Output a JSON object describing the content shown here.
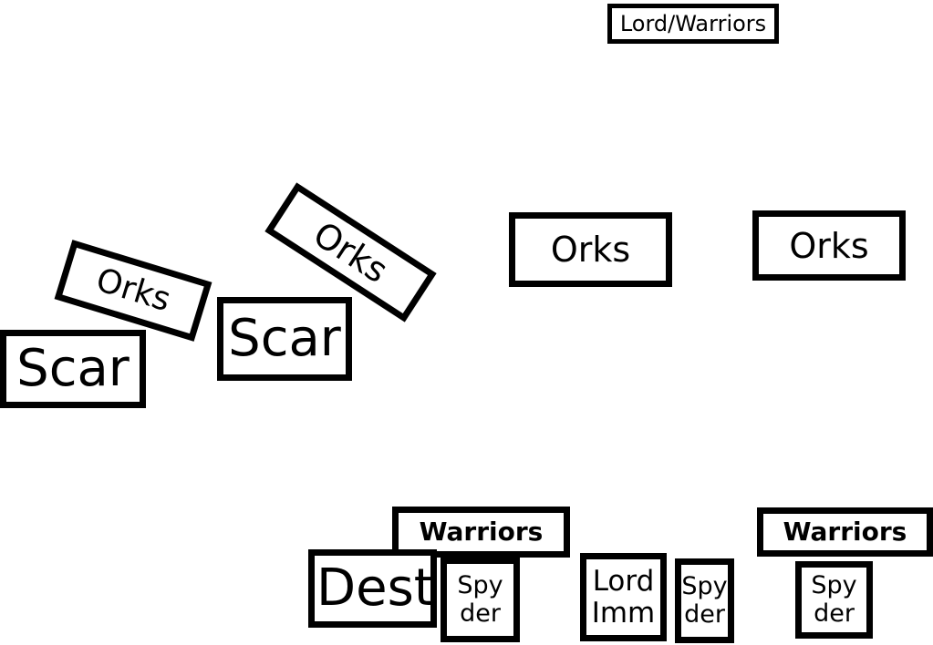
{
  "diagram": {
    "labels": {
      "lord_warriors": "Lord/Warriors",
      "orks_tilted_left": "Orks",
      "orks_tilted_mid": "Orks",
      "orks_center": "Orks",
      "orks_right": "Orks",
      "scar_left": "Scar",
      "scar_mid": "Scar",
      "warriors_left": "Warriors",
      "warriors_right": "Warriors",
      "dest": "Dest",
      "spyder_left": [
        "Spy",
        "der"
      ],
      "lord_imm": [
        "Lord",
        "Imm"
      ],
      "spyder_mid": [
        "Spy",
        "der"
      ],
      "spyder_right": [
        "Spy",
        "der"
      ]
    },
    "colors": {
      "border": "#000000",
      "text": "#000000",
      "background": "#ffffff"
    }
  }
}
